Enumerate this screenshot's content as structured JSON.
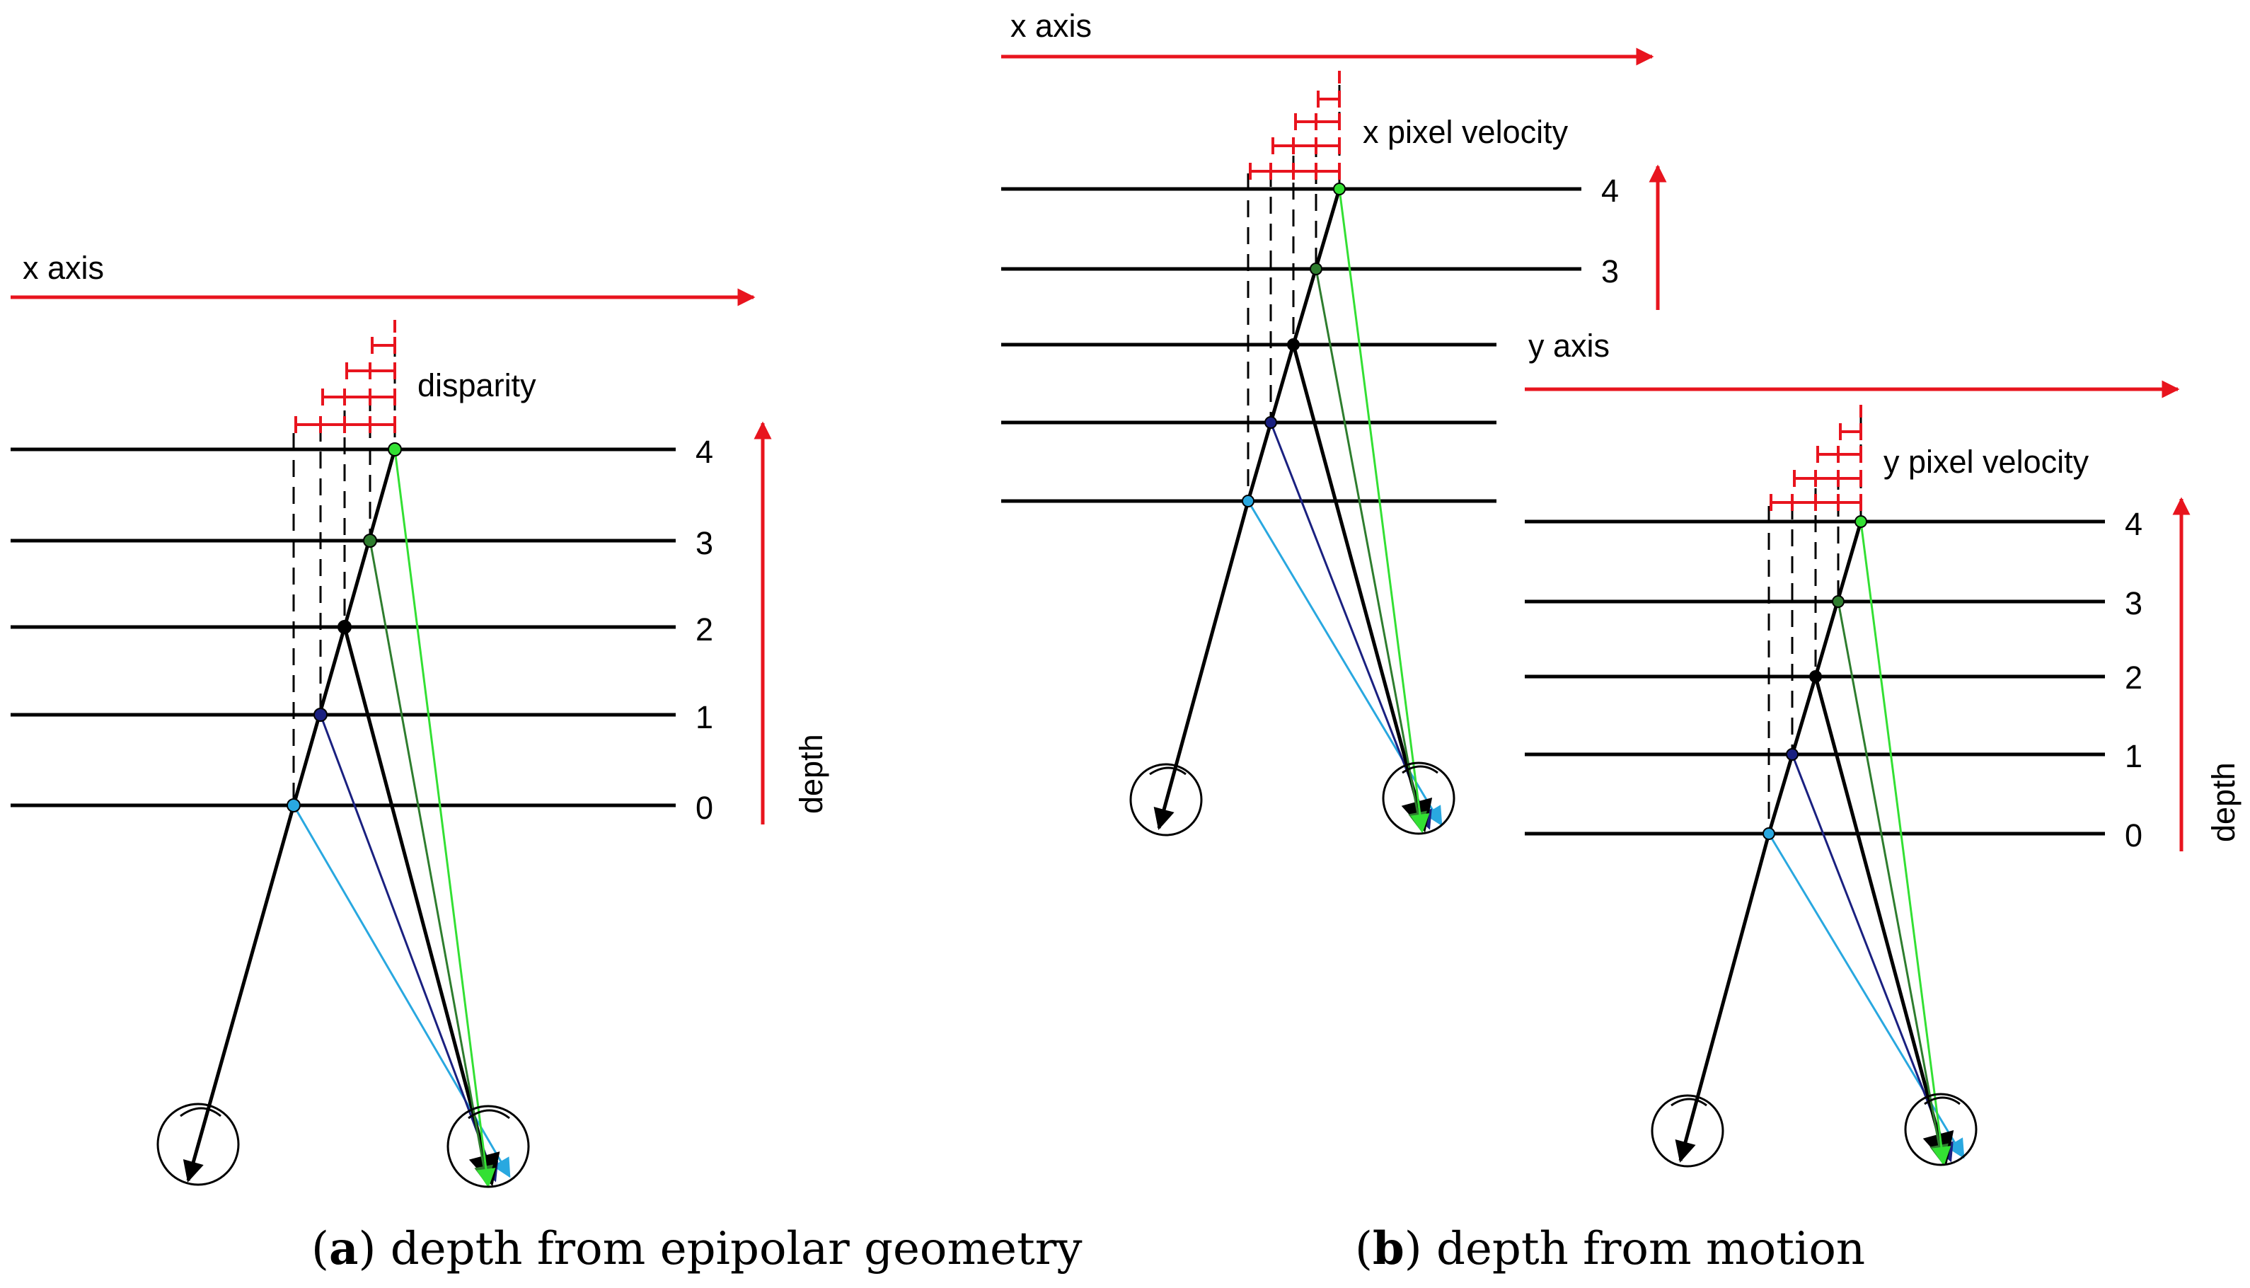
{
  "colors": {
    "axis_red": "#e8141e",
    "depth_line": "#000000",
    "ray_light_blue": "#29a8e0",
    "ray_dark_blue": "#1a2080",
    "ray_black": "#000000",
    "ray_dark_green": "#2e7d2e",
    "ray_light_green": "#33e033"
  },
  "panel_a": {
    "x_axis_label": "x axis",
    "annotation_label": "disparity",
    "depth_label": "depth",
    "depth_levels": [
      "0",
      "1",
      "2",
      "3",
      "4"
    ],
    "caption_letter": "a",
    "caption_text": "depth from epipolar geometry"
  },
  "panel_b": {
    "x_axis_label": "x axis",
    "x_annotation_label": "x pixel velocity",
    "x_depth_levels": [
      "3",
      "4"
    ],
    "y_axis_label": "y axis",
    "y_annotation_label": "y pixel velocity",
    "y_depth_levels": [
      "0",
      "1",
      "2",
      "3",
      "4"
    ],
    "depth_label": "depth",
    "caption_letter": "b",
    "caption_text": "depth from motion"
  }
}
